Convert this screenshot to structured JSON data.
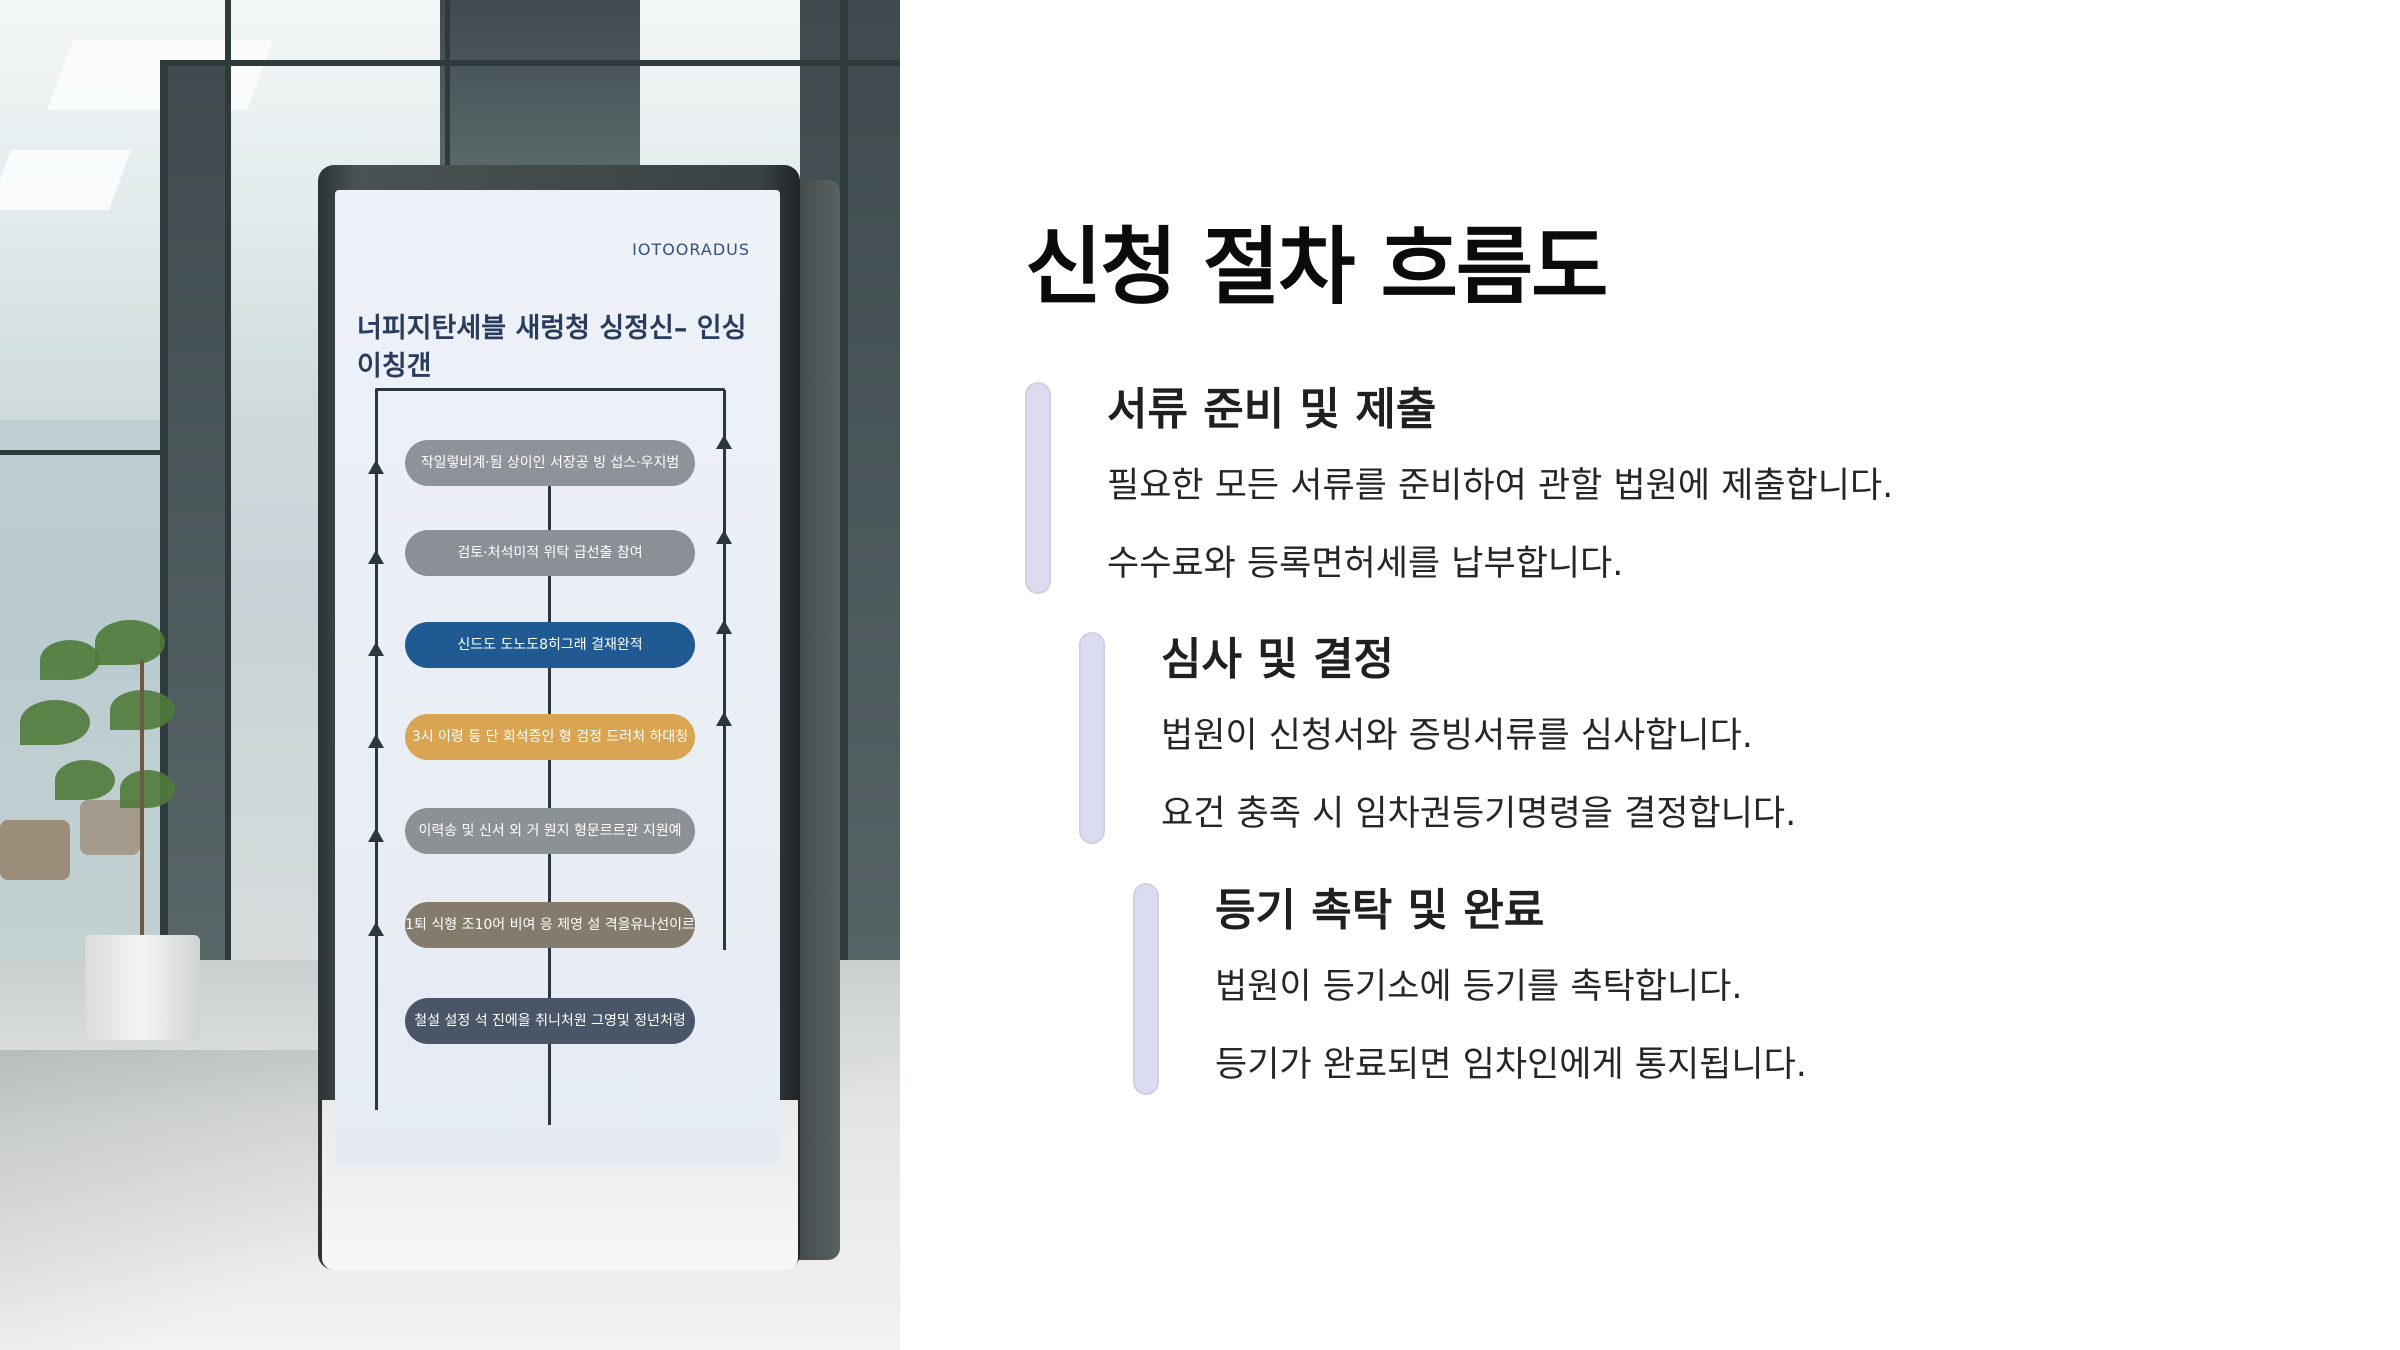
{
  "slide": {
    "title": "신청 절차 흐름도",
    "accent_bar_color": "#dcdcf0"
  },
  "steps": [
    {
      "title": "서류 준비 및 제출",
      "lines": [
        "필요한 모든 서류를 준비하여 관할 법원에 제출합니다.",
        "수수료와 등록면허세를 납부합니다."
      ]
    },
    {
      "title": "심사 및 결정",
      "lines": [
        "법원이 신청서와 증빙서류를 심사합니다.",
        "요건 충족 시 임차권등기명령을 결정합니다."
      ]
    },
    {
      "title": "등기 촉탁 및 완료",
      "lines": [
        "법원이 등기소에 등기를 촉탁합니다.",
        "등기가 완료되면 임차인에게 통지됩니다."
      ]
    }
  ],
  "photo": {
    "description_icon": "kiosk-photo",
    "screen": {
      "logo": "IOTOORADUS",
      "title": "너피지탄세블 새렁청 싱정신– 인싱이칭갠",
      "pills": [
        {
          "text": "작일렇비계·됨 상이인 서장공 빙 섭스·우지범",
          "color": "#8d9399"
        },
        {
          "text": "검토·처석미적 위탁 급선출 참여",
          "color": "#8a9096"
        },
        {
          "text": "신드도 도노도8히그래 결재완적",
          "color": "#1f5a93"
        },
        {
          "text": "3시 이령 등 단 회석증인 형 검정 드러처 하대청",
          "color": "#d9a552"
        },
        {
          "text": "이력송 및 신서 외 거 원지 형문르르관 지원예",
          "color": "#8c9196"
        },
        {
          "text": "1퇴 식형 조10어 비여 응 제영 설 격을유나선이르",
          "color": "#847b6c"
        },
        {
          "text": "철설 설정 석 진에을 취니처원 그영및 정년처령",
          "color": "#4a5668"
        }
      ]
    }
  }
}
